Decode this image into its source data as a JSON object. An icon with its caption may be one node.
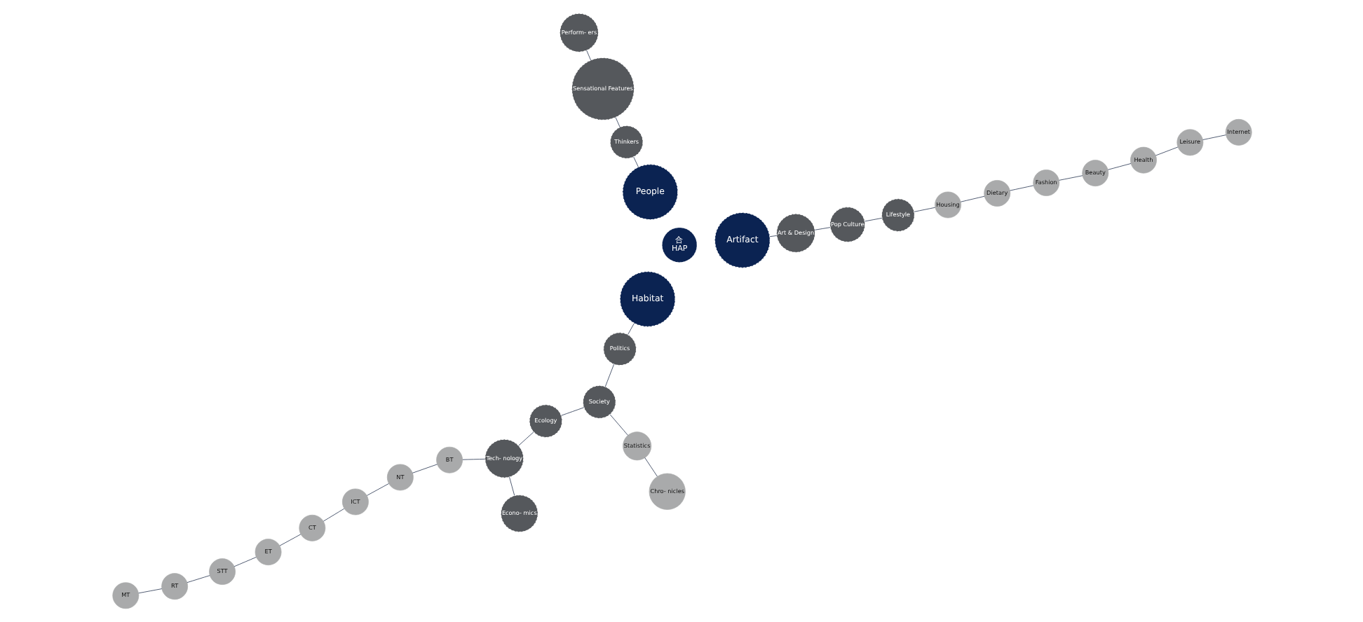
{
  "diagram": {
    "nodes": [
      {
        "text": [
          "Econo- mics"
        ]
      },
      {
        "text": [
          "Ecology"
        ]
      },
      {
        "text": [
          "Politics"
        ]
      },
      {
        "text": [
          "Tech- nology"
        ]
      },
      {
        "text": [
          "Society"
        ]
      },
      {
        "text": [
          "ICT"
        ]
      },
      {
        "text": [
          "NT"
        ]
      },
      {
        "text": [
          "BT"
        ]
      },
      {
        "text": [
          "Statistics"
        ]
      },
      {
        "text": [
          "Chro- nicles"
        ]
      },
      {
        "text": [
          "CT"
        ]
      },
      {
        "text": [
          "ET"
        ]
      },
      {
        "text": [
          "STT"
        ]
      },
      {
        "text": [
          "RT"
        ]
      },
      {
        "text": [
          "MT"
        ]
      },
      {
        "text": [
          "Habitat"
        ]
      },
      {
        "text": [
          "Thinkers"
        ]
      },
      {
        "text": [
          "Perform- ers"
        ]
      },
      {
        "text": [
          "Artifact"
        ]
      },
      {
        "text": [
          "合",
          "HAP"
        ]
      },
      {
        "text": [
          "People"
        ]
      },
      {
        "text": [
          "Sensational Features"
        ]
      },
      {
        "text": [
          "Lifestyle"
        ]
      },
      {
        "text": [
          "Pop Culture"
        ]
      },
      {
        "text": [
          "Art & Design"
        ]
      },
      {
        "text": [
          "Housing"
        ]
      },
      {
        "text": [
          "Dietary"
        ]
      },
      {
        "text": [
          "Fashion"
        ]
      },
      {
        "text": [
          "Beauty"
        ]
      },
      {
        "text": [
          "Health"
        ]
      },
      {
        "text": [
          "Leisure"
        ]
      },
      {
        "text": [
          "Internet"
        ]
      }
    ],
    "edges": [
      {
        "from": 0,
        "to": 3,
        "arrow": "none"
      },
      {
        "from": 1,
        "to": 3,
        "arrow": "none"
      },
      {
        "from": 1,
        "to": 4,
        "arrow": "none"
      },
      {
        "from": 2,
        "to": 4,
        "arrow": "none"
      },
      {
        "from": 2,
        "to": 15,
        "arrow": "none"
      },
      {
        "from": 3,
        "to": 7,
        "arrow": "none"
      },
      {
        "from": 5,
        "to": 6,
        "arrow": "none"
      },
      {
        "from": 6,
        "to": 7,
        "arrow": "none"
      },
      {
        "from": 5,
        "to": 10,
        "arrow": "none"
      },
      {
        "from": 10,
        "to": 11,
        "arrow": "none"
      },
      {
        "from": 11,
        "to": 12,
        "arrow": "none"
      },
      {
        "from": 12,
        "to": 13,
        "arrow": "none"
      },
      {
        "from": 13,
        "to": 14,
        "arrow": "none"
      },
      {
        "from": 4,
        "to": 8,
        "arrow": "none"
      },
      {
        "from": 8,
        "to": 9,
        "arrow": "none"
      },
      {
        "from": 20,
        "to": 16,
        "arrow": "none"
      },
      {
        "from": 16,
        "to": 21,
        "arrow": "none"
      },
      {
        "from": 17,
        "to": 21,
        "arrow": "none"
      },
      {
        "from": 24,
        "to": 18,
        "arrow": "none"
      },
      {
        "from": 22,
        "to": 23,
        "arrow": "none"
      },
      {
        "from": 23,
        "to": 24,
        "arrow": "none"
      },
      {
        "from": 22,
        "to": 25,
        "arrow": "none"
      },
      {
        "from": 25,
        "to": 26,
        "arrow": "none"
      },
      {
        "from": 26,
        "to": 27,
        "arrow": "none"
      },
      {
        "from": 27,
        "to": 28,
        "arrow": "none"
      },
      {
        "from": 28,
        "to": 29,
        "arrow": "none"
      },
      {
        "from": 29,
        "to": 30,
        "arrow": "none"
      },
      {
        "from": 30,
        "to": 31,
        "arrow": "none"
      }
    ]
  }
}
